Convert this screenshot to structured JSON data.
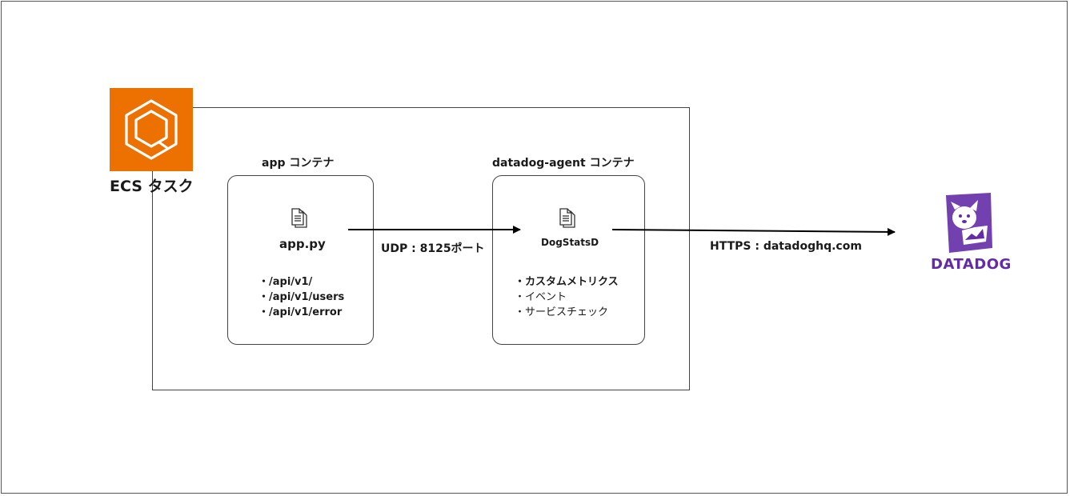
{
  "ecs_task": {
    "label": "ECS タスク",
    "icon": "ecs-icon",
    "color": "#ED7100"
  },
  "app_container": {
    "title": "app コンテナ",
    "file_name": "app.py",
    "file_icon": "document-icon",
    "items": [
      "・/api/v1/",
      "・/api/v1/users",
      "・/api/v1/error"
    ]
  },
  "agent_container": {
    "title": "datadog-agent コンテナ",
    "file_name": "DogStatsD",
    "file_icon": "document-icon",
    "items": [
      "・カスタムメトリクス",
      "・イベント",
      "・サービスチェック"
    ]
  },
  "edges": {
    "udp": "UDP : 8125ポート",
    "https": "HTTPS : datadoghq.com"
  },
  "datadog": {
    "logo_text": "DATADOG",
    "icon": "datadog-dog-icon",
    "color": "#632CA6"
  }
}
